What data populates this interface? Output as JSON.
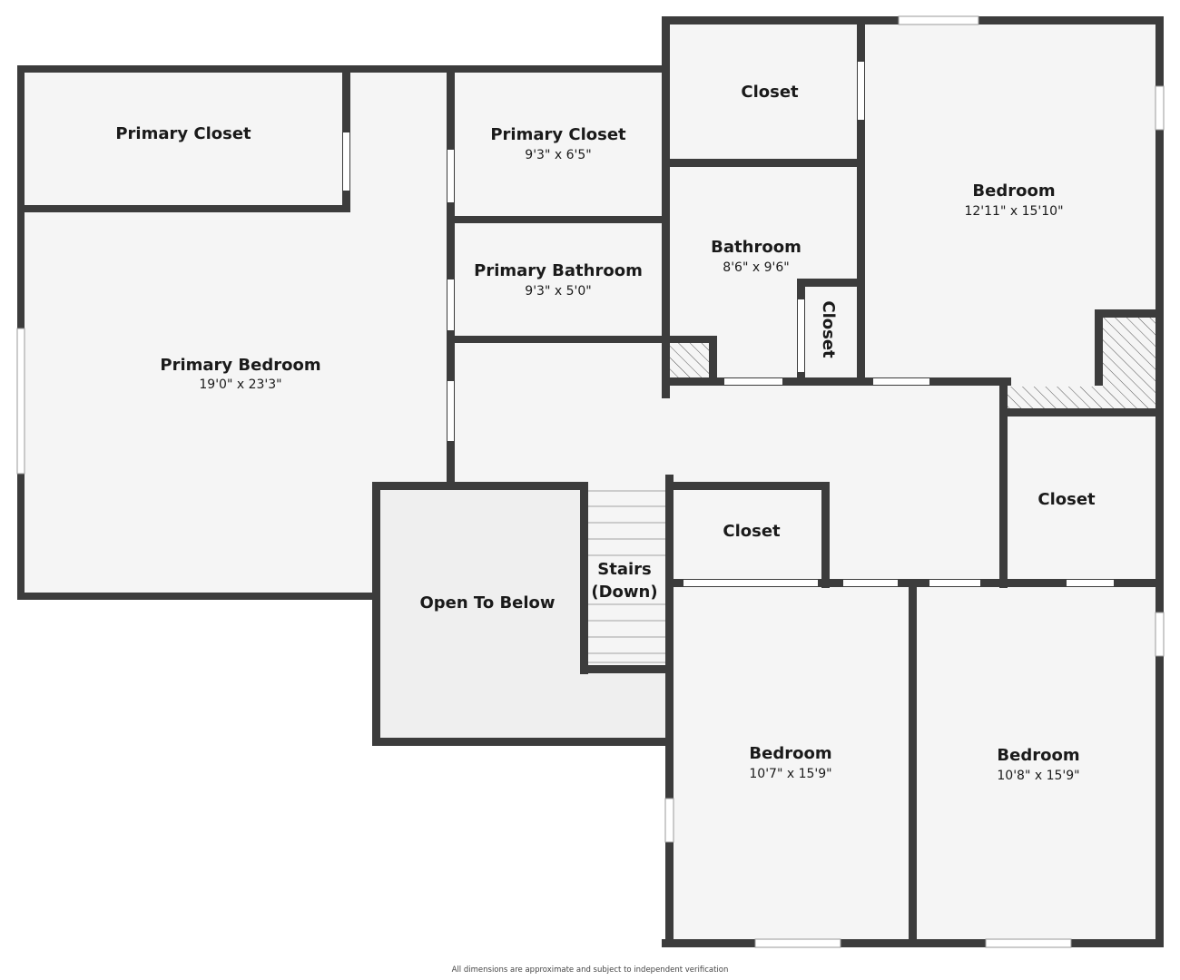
{
  "rooms": {
    "primary_closet_left": {
      "name": "Primary Closet",
      "dims": ""
    },
    "primary_closet_mid": {
      "name": "Primary Closet",
      "dims": "9'3\" x 6'5\""
    },
    "primary_bathroom": {
      "name": "Primary Bathroom",
      "dims": "9'3\" x 5'0\""
    },
    "primary_bedroom": {
      "name": "Primary Bedroom",
      "dims": "19'0\" x 23'3\""
    },
    "closet_top": {
      "name": "Closet",
      "dims": ""
    },
    "bathroom": {
      "name": "Bathroom",
      "dims": "8'6\" x 9'6\""
    },
    "closet_small": {
      "name": "Closet",
      "dims": ""
    },
    "bedroom_top_right": {
      "name": "Bedroom",
      "dims": "12'11\" x 15'10\""
    },
    "closet_right": {
      "name": "Closet",
      "dims": ""
    },
    "closet_center": {
      "name": "Closet",
      "dims": ""
    },
    "stairs": {
      "name_line1": "Stairs",
      "name_line2": "(Down)"
    },
    "open_to_below": {
      "name": "Open To Below"
    },
    "bedroom_bottom_mid": {
      "name": "Bedroom",
      "dims": "10'7\" x 15'9\""
    },
    "bedroom_bottom_right": {
      "name": "Bedroom",
      "dims": "10'8\" x 15'9\""
    }
  },
  "footer": {
    "disclaimer": "All dimensions are approximate and subject to independent verification"
  },
  "colors": {
    "wall": "#3c3c3c",
    "floor": "#f5f5f5",
    "open_area": "#efefef"
  }
}
